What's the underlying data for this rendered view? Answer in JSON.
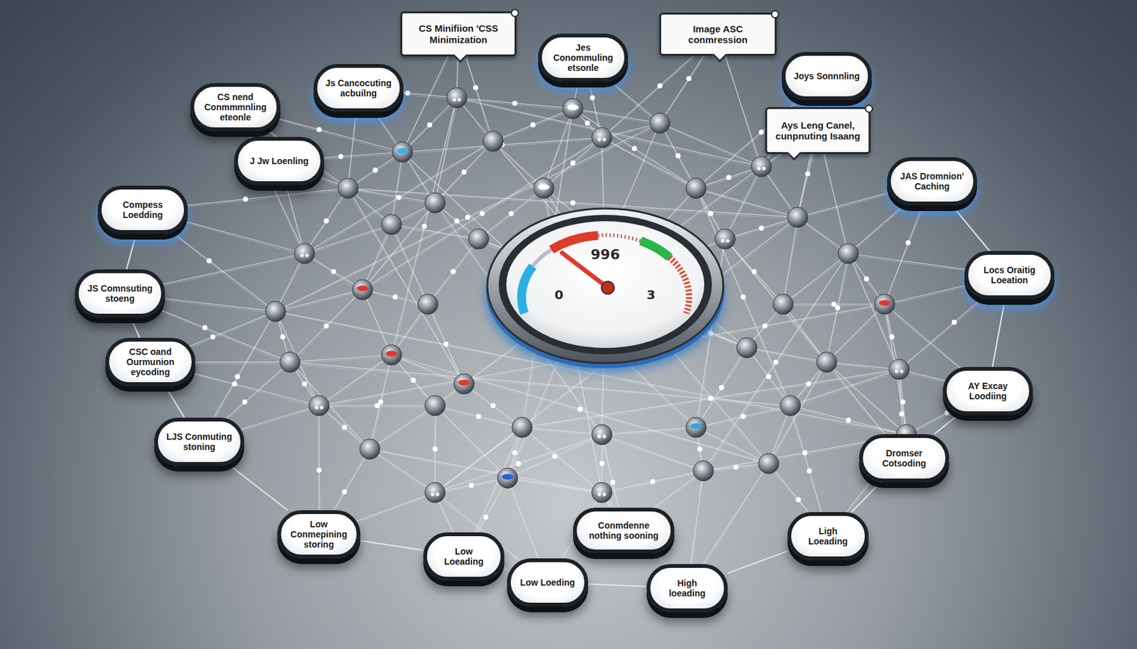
{
  "diagram": {
    "nodes": [
      {
        "text": [
          "CS Minifiion 'CSS Minimization"
        ]
      },
      {
        "text": [
          "Image ASC conmression"
        ]
      },
      {
        "text": [
          "Jes Conommuling etsonle"
        ]
      },
      {
        "text": [
          "Joys Sonnnling"
        ]
      },
      {
        "text": [
          "Js Cancocuting acbuilng"
        ]
      },
      {
        "text": [
          "CS nend Conmmmnling eteonle"
        ]
      },
      {
        "text": [
          "Ays Leng Canel, cunpnuting Isaang"
        ]
      },
      {
        "text": [
          "J Jw Loenling"
        ]
      },
      {
        "text": [
          "JAS Dromnion' Caching"
        ]
      },
      {
        "text": [
          "Compess Loedding"
        ]
      },
      {
        "text": [
          "Locs Oraitig Loeation"
        ]
      },
      {
        "text": [
          "996",
          "0",
          "3"
        ]
      },
      {
        "text": [
          "JS Comnsuting stoeng"
        ]
      },
      {
        "text": [
          "CSC oand Ourmunion eycoding"
        ]
      },
      {
        "text": [
          "AY Excay Loodiing"
        ]
      },
      {
        "text": [
          "LJS Conmuting stoning"
        ]
      },
      {
        "text": [
          "Dromser Cotsoding"
        ]
      },
      {
        "text": [
          "Low Conmepining storing"
        ]
      },
      {
        "text": [
          "Conmdenne nothing sooning"
        ]
      },
      {
        "text": [
          "Ligh Loeading"
        ]
      },
      {
        "text": [
          "Low Loeading"
        ]
      },
      {
        "text": [
          "Low Loeding"
        ]
      },
      {
        "text": [
          "High loeading"
        ]
      }
    ],
    "edges": [
      {
        "from": 9,
        "to": 12,
        "arrow": "none"
      },
      {
        "from": 12,
        "to": 13,
        "arrow": "none"
      },
      {
        "from": 13,
        "to": 15,
        "arrow": "none"
      },
      {
        "from": 15,
        "to": 17,
        "arrow": "none"
      },
      {
        "from": 17,
        "to": 20,
        "arrow": "none"
      },
      {
        "from": 20,
        "to": 21,
        "arrow": "none"
      },
      {
        "from": 21,
        "to": 22,
        "arrow": "none"
      },
      {
        "from": 19,
        "to": 22,
        "arrow": "none"
      },
      {
        "from": 16,
        "to": 19,
        "arrow": "none"
      },
      {
        "from": 14,
        "to": 16,
        "arrow": "none"
      },
      {
        "from": 10,
        "to": 14,
        "arrow": "none"
      },
      {
        "from": 8,
        "to": 10,
        "arrow": "none"
      }
    ]
  }
}
